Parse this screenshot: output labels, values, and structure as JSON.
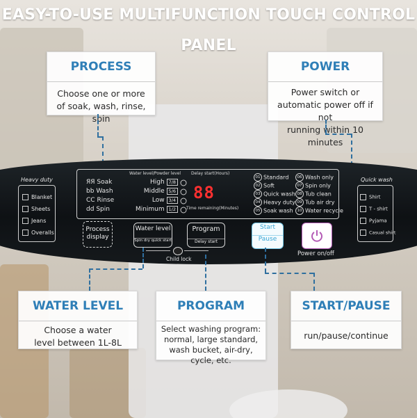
{
  "title": "EASY-TO-USE MULTIFUNCTION TOUCH CONTROL PANEL",
  "cards": {
    "process": {
      "heading": "PROCESS",
      "lines": [
        "Choose one or more",
        "of soak, wash, rinse, spin"
      ]
    },
    "power": {
      "heading": "POWER",
      "lines": [
        "Power switch or",
        "automatic power off if not",
        "running within 10 minutes"
      ]
    },
    "water_level": {
      "heading": "WATER LEVEL",
      "lines": [
        "Choose a water",
        "level between 1L-8L"
      ]
    },
    "program": {
      "heading": "PROGRAM",
      "lines": [
        "Select washing program:",
        "normal, large standard,",
        "wash bucket, air-dry,",
        "cycle, etc."
      ]
    },
    "start_pause": {
      "heading": "START/PAUSE",
      "lines": [
        "run/pause/continue"
      ]
    }
  },
  "panel": {
    "heavy_duty": {
      "label": "Heavy duty",
      "items": [
        "Blanket",
        "Sheets",
        "Jeans",
        "Overalls"
      ]
    },
    "process_steps": [
      {
        "glyph": "ЯЯ",
        "label": "Soak"
      },
      {
        "glyph": "bb",
        "label": "Wash"
      },
      {
        "glyph": "CC",
        "label": "Rinse"
      },
      {
        "glyph": "dd",
        "label": "Spin"
      }
    ],
    "water_level_title": "Water level/Powder level",
    "levels": [
      {
        "label": "High",
        "frac": "7/8"
      },
      {
        "label": "Middle",
        "frac": "5/6"
      },
      {
        "label": "Low",
        "frac": "3/4"
      },
      {
        "label": "Minimum",
        "frac": "1/2"
      }
    ],
    "delay_start_label": "Delay start(Hours)",
    "display_value": "88",
    "time_remaining_label": "Time remaining(Minutes)",
    "programs_left": [
      {
        "num": "01",
        "label": "Standard"
      },
      {
        "num": "02",
        "label": "Soft"
      },
      {
        "num": "03",
        "label": "Quick wash"
      },
      {
        "num": "04",
        "label": "Heavy duty"
      },
      {
        "num": "05",
        "label": "Soak wash"
      }
    ],
    "programs_right": [
      {
        "num": "06",
        "label": "Wash only"
      },
      {
        "num": "07",
        "label": "Spin only"
      },
      {
        "num": "08",
        "label": "Tub clean"
      },
      {
        "num": "09",
        "label": "Tub air dry"
      },
      {
        "num": "10",
        "label": "Water recycle"
      }
    ],
    "quick_wash": {
      "label": "Quick wash",
      "items": [
        "Shirt",
        "T - shirt",
        "Pyjama",
        "Casual shirt"
      ]
    },
    "process_display_button": "Process display",
    "water_level_button": "Water level",
    "water_level_sub": "Spin dry quick start",
    "child_lock": "Child lock",
    "program_button": "Program",
    "program_sub": "Delay start",
    "start_label": "Start",
    "pause_label": "Pause",
    "power_label": "Power on/off"
  },
  "colors": {
    "accent": "#2f7fb7",
    "led": "#ff3030",
    "power": "#b45bb6",
    "start": "#6fc4e6"
  }
}
